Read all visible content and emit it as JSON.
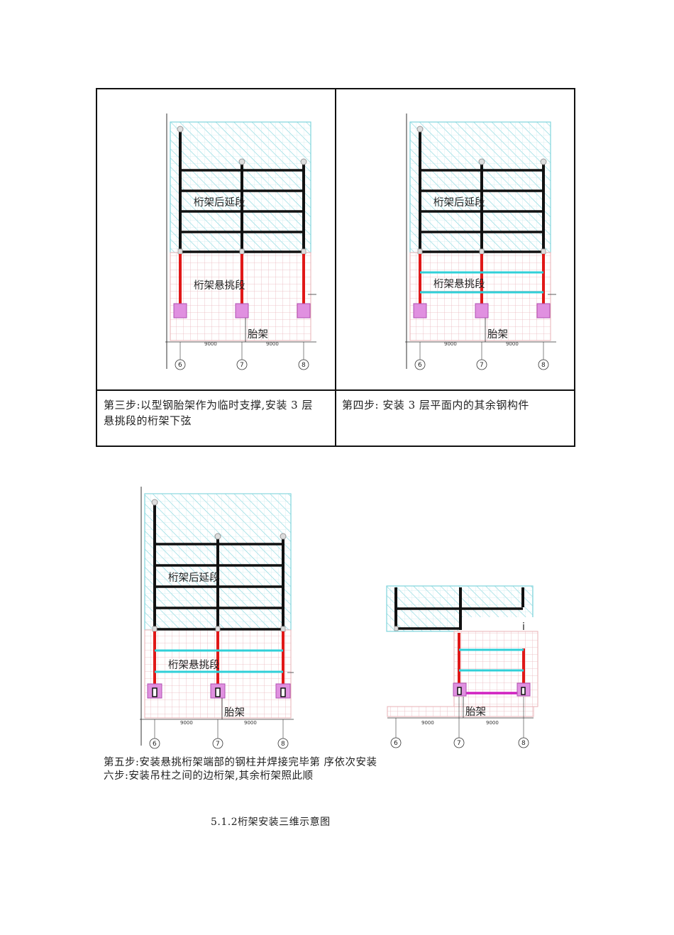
{
  "figures": {
    "label_back": "桁架后延段",
    "label_cantilever": "桁架悬挑段",
    "label_jig": "胎架",
    "dim_value": "9000",
    "axes": [
      "6",
      "7",
      "8"
    ],
    "stray_mark": "i"
  },
  "captions": {
    "step3_line1": "第三步:以型钢胎架作为临时支撑,安装 3 层",
    "step3_line2": "悬挑段的桁架下弦",
    "step4": "第四步: 安装 3 层平面内的其余钢构件",
    "step5_line1": "第五步:安装悬挑桁架端部的钢柱并焊接完毕第  序依次安装",
    "step5_line2": "六步:安装吊柱之间的边桁架,其余桁架照此顺"
  },
  "figure_title": "5.1.2桁架安装三维示意图",
  "colors": {
    "hatch": "#7fd4dc",
    "grid_pink": "#e8b0b6",
    "steel_black": "#111111",
    "column_red": "#e01818",
    "chord_cyan": "#30d0d8",
    "jig_magenta": "#d070d0",
    "edge_truss": "#d020c0"
  }
}
